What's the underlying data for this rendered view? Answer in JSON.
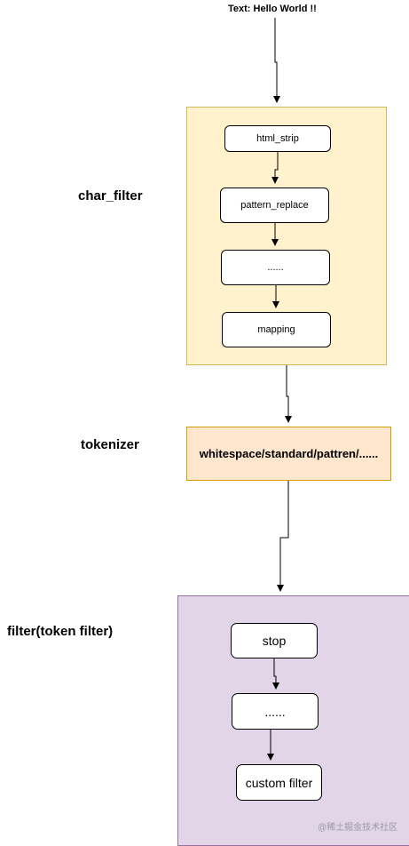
{
  "input": {
    "text_label": "Text: Hello World !!"
  },
  "stages": {
    "char_filter": {
      "label": "char_filter",
      "nodes": [
        "html_strip",
        "pattern_replace",
        "......",
        "mapping"
      ]
    },
    "tokenizer": {
      "label": "tokenizer",
      "box_text": "whitespace/standard/pattren/......"
    },
    "token_filter": {
      "label": "filter(token filter)",
      "nodes": [
        "stop",
        "......",
        "custom filter"
      ]
    }
  },
  "watermark": "@稀土掘金技术社区",
  "colors": {
    "char_filter_fill": "#fff2cc",
    "char_filter_stroke": "#d6b656",
    "tokenizer_fill": "#ffe6cc",
    "tokenizer_stroke": "#d79b00",
    "token_filter_fill": "#e1d5e7",
    "token_filter_stroke": "#9673a6"
  }
}
